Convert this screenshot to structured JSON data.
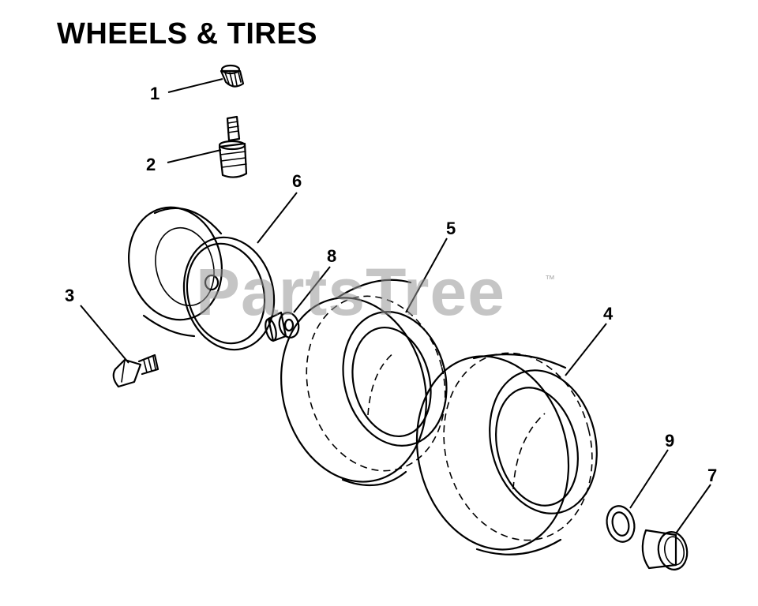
{
  "title": "WHEELS & TIRES",
  "watermark": {
    "text": "PartsTree",
    "trademark": "™",
    "color": "#969696"
  },
  "callouts": [
    {
      "number": "1",
      "part": "valve-cap"
    },
    {
      "number": "2",
      "part": "valve-stem"
    },
    {
      "number": "3",
      "part": "grease-fitting-bolt"
    },
    {
      "number": "4",
      "part": "rear-tire"
    },
    {
      "number": "5",
      "part": "front-tire"
    },
    {
      "number": "6",
      "part": "wheel-rim"
    },
    {
      "number": "7",
      "part": "hub-cap"
    },
    {
      "number": "8",
      "part": "bearing"
    },
    {
      "number": "9",
      "part": "washer"
    }
  ]
}
